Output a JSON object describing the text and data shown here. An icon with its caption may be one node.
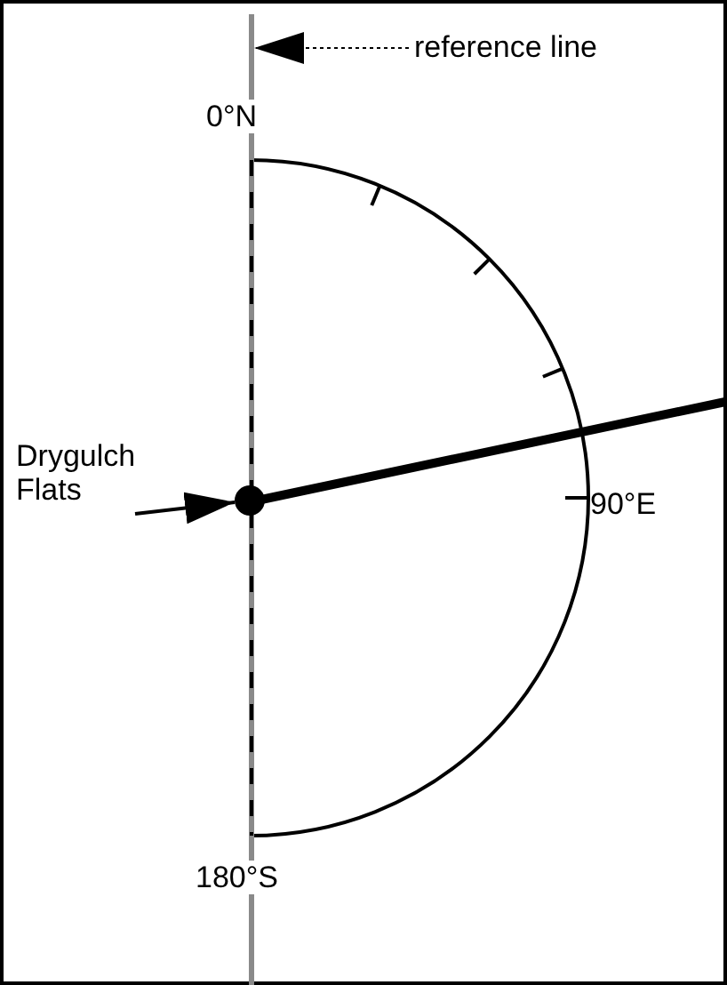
{
  "diagram": {
    "nodes": [
      {
        "text": [
          "reference line"
        ]
      },
      {
        "text": [],
        "shape": "line"
      },
      {
        "text": [
          "Drygulch Flats"
        ]
      },
      {
        "text": [],
        "shape": "circle"
      }
    ],
    "edges": [
      {
        "from": 0,
        "to": 1,
        "arrow": "to",
        "style": "dashed"
      },
      {
        "from": 2,
        "to": 3,
        "arrow": "to"
      }
    ],
    "labels": [
      "0°N",
      "90°E",
      "180°S"
    ]
  }
}
